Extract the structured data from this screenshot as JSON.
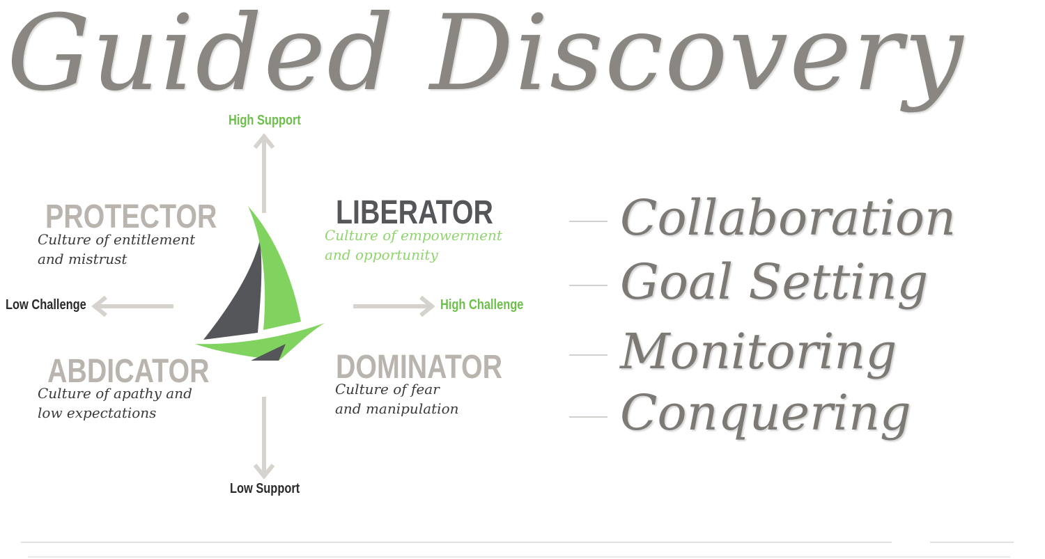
{
  "title": "Guided Discovery",
  "axes": {
    "top": "High Support",
    "bottom": "Low Support",
    "left": "Low Challenge",
    "right": "High Challenge"
  },
  "quadrants": {
    "protector": {
      "title": "PROTECTOR",
      "subtitle": "Culture of entitlement\nand mistrust"
    },
    "liberator": {
      "title": "LIBERATOR",
      "subtitle": "Culture of empowerment\nand opportunity"
    },
    "abdicator": {
      "title": "ABDICATOR",
      "subtitle": "Culture of apathy and\nlow expectations"
    },
    "dominator": {
      "title": "DOMINATOR",
      "subtitle": "Culture of fear\nand manipulation"
    }
  },
  "right_list": [
    "Collaboration",
    "Goal Setting",
    "Monitoring",
    "Conquering"
  ],
  "colors": {
    "green": "#6cc04a",
    "dark_sail": "#55565a",
    "arrow": "#d6d3ce",
    "quad_heading": "#b9b5ae",
    "script_gray": "#7d7a76"
  }
}
